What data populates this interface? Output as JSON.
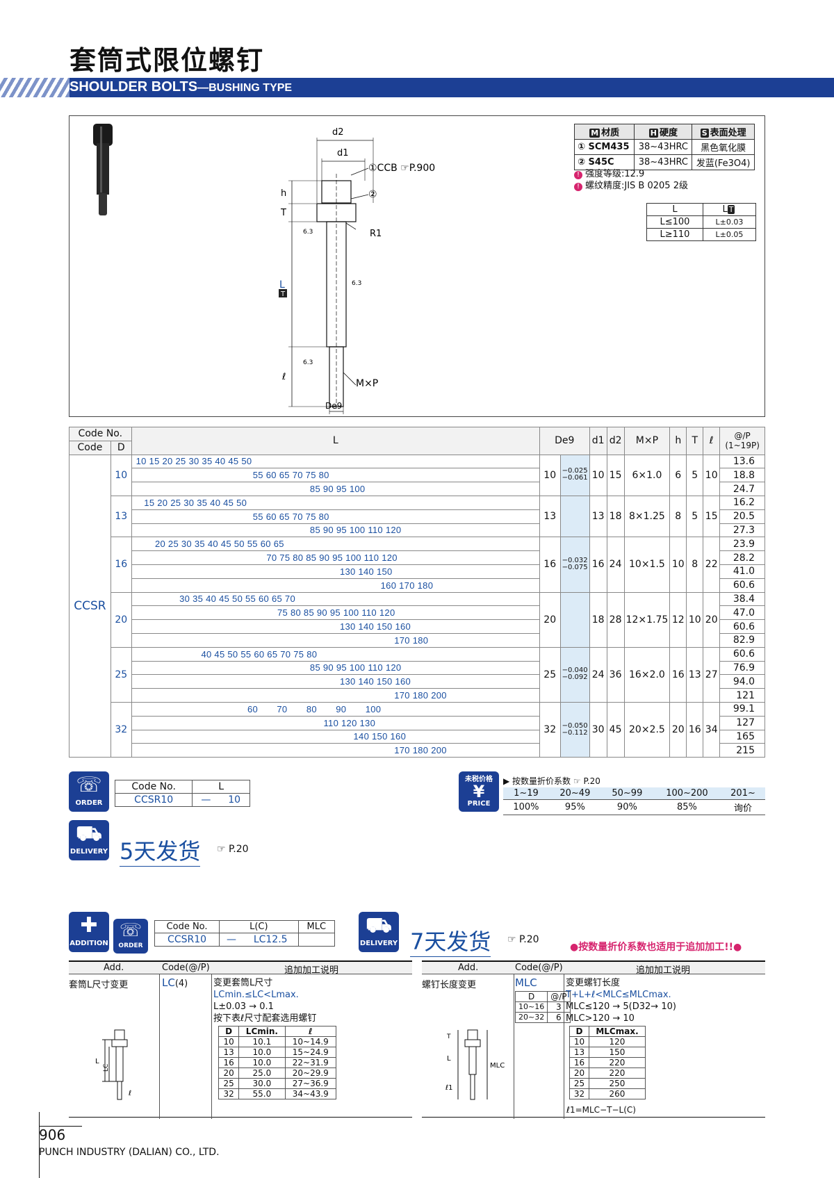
{
  "title": "套筒式限位螺钉",
  "band_main": "SHOULDER BOLTS",
  "band_sub": "—BUSHING TYPE",
  "diagram": {
    "d2": "d2",
    "d1": "d1",
    "ccb": "①CCB ☞P.900",
    "n2": "②",
    "h": "h",
    "T": "T",
    "r1": "R1",
    "L": "L",
    "LT": "T",
    "l": "ℓ",
    "mxp": "M×P",
    "de9": "De9",
    "rough": "6.3"
  },
  "material": {
    "headers": [
      "材质",
      "硬度",
      "表面处理"
    ],
    "header_icons": [
      "M",
      "H",
      "S"
    ],
    "rows": [
      [
        "① SCM435",
        "38~43HRC",
        "黑色氧化膜"
      ],
      [
        "② S45C",
        "38~43HRC",
        "发蓝(Fe3O4)"
      ]
    ]
  },
  "notes": [
    "强度等级:12.9",
    "螺纹精度:JIS B 0205 2级"
  ],
  "ltol": {
    "headers": [
      "L",
      "L"
    ],
    "header_icon": "T",
    "rows": [
      [
        "L≤100",
        "L±0.03"
      ],
      [
        "L≥110",
        "L±0.05"
      ]
    ]
  },
  "main": {
    "hdr": {
      "code_no": "Code No.",
      "code": "Code",
      "d": "D",
      "L": "L",
      "de9": "De9",
      "d1": "d1",
      "d2": "d2",
      "mxp": "M×P",
      "h": "h",
      "T": "T",
      "l": "ℓ",
      "price": "@/P",
      "price_sub": "(1~19P)"
    },
    "code": "CCSR",
    "groups": [
      {
        "D": "10",
        "de": "10",
        "tol": [
          "−0.025",
          "−0.061"
        ],
        "d1": "10",
        "d2": "15",
        "mxp": "6×1.0",
        "h": "6",
        "T": "5",
        "l": "10",
        "lines": [
          " 10 15 20 25 30 35 40 45 50",
          "                                            55 60 65 70 75 80",
          "                                                                 85 90 95 100"
        ],
        "prices": [
          "13.6",
          "18.8",
          "24.7"
        ]
      },
      {
        "D": "13",
        "de": "13",
        "tol": [
          "",
          ""
        ],
        "d1": "13",
        "d2": "18",
        "mxp": "8×1.25",
        "h": "8",
        "T": "5",
        "l": "15",
        "lines": [
          "    15 20 25 30 35 40 45 50",
          "                                            55 60 65 70 75 80",
          "                                                                 85 90 95 100 110 120"
        ],
        "prices": [
          "16.2",
          "20.5",
          "27.3"
        ]
      },
      {
        "D": "16",
        "de": "16",
        "tol": [
          "−0.032",
          "−0.075"
        ],
        "d1": "16",
        "d2": "24",
        "mxp": "10×1.5",
        "h": "10",
        "T": "8",
        "l": "22",
        "lines": [
          "        20 25 30 35 40 45 50 55 60 65",
          "                                                 70 75 80 85 90 95 100 110 120",
          "                                                                            130 140 150",
          "                                                                                           160 170 180"
        ],
        "prices": [
          "23.9",
          "28.2",
          "41.0",
          "60.6"
        ]
      },
      {
        "D": "20",
        "de": "20",
        "tol": [
          "",
          ""
        ],
        "d1": "18",
        "d2": "28",
        "mxp": "12×1.75",
        "h": "12",
        "T": "10",
        "l": "20",
        "lines": [
          "                 30 35 40 45 50 55 60 65 70",
          "                                                     75 80 85 90 95 100 110 120",
          "                                                                            130 140 150 160",
          "                                                                                                170 180"
        ],
        "prices": [
          "38.4",
          "47.0",
          "60.6",
          "82.9"
        ]
      },
      {
        "D": "25",
        "de": "25",
        "tol": [
          "−0.040",
          "−0.092"
        ],
        "d1": "24",
        "d2": "36",
        "mxp": "16×2.0",
        "h": "16",
        "T": "13",
        "l": "27",
        "lines": [
          "                         40 45 50 55 60 65 70 75 80",
          "                                                                 85 90 95 100 110 120",
          "                                                                            130 140 150 160",
          "                                                                                                170 180 200"
        ],
        "prices": [
          "60.6",
          "76.9",
          "94.0",
          "121"
        ]
      },
      {
        "D": "32",
        "de": "32",
        "tol": [
          "−0.050",
          "−0.112"
        ],
        "d1": "30",
        "d2": "45",
        "mxp": "20×2.5",
        "h": "20",
        "T": "16",
        "l": "34",
        "lines": [
          "                                          60       70       80       90       100",
          "                                                                      110 120 130",
          "                                                                                 140 150 160",
          "                                                                                                170 180 200"
        ],
        "prices": [
          "99.1",
          "127",
          "165",
          "215"
        ]
      }
    ]
  },
  "order": {
    "icon": "ORDER",
    "h1": "Code No.",
    "h2": "L",
    "v1": "CCSR10",
    "dash": "—",
    "v2": "10"
  },
  "price": {
    "icon_top": "未税价格",
    "icon": "PRICE",
    "title": "▶ 按数量折价系数",
    "ref": "☞ P.20",
    "heads": [
      "1~19",
      "20~49",
      "50~99",
      "100~200",
      "201~"
    ],
    "vals": [
      "100%",
      "95%",
      "90%",
      "85%",
      "询价"
    ]
  },
  "delivery1": {
    "icon": "DELIVERY",
    "days": "5天发货",
    "ref": "☞ P.20"
  },
  "add_order": {
    "icon1": "ADDITION",
    "icon2": "ORDER",
    "h1": "Code No.",
    "h2": "L(C)",
    "h3": "MLC",
    "v1": "CCSR10",
    "dash": "—",
    "v2": "LC12.5"
  },
  "delivery2": {
    "icon": "DELIVERY",
    "days": "7天发货",
    "ref": "☞ P.20",
    "note": "●按数量折价系数也适用于追加加工!!●"
  },
  "add_left": {
    "h1": "Add.",
    "h2": "Code(@/P)",
    "h3": "追加加工说明",
    "name": "套筒L尺寸变更",
    "code": "LC",
    "price": "(4)",
    "desc": [
      "变更套筒L尺寸",
      "LCmin.≤LC<Lmax.",
      "L±0.03 → 0.1",
      "按下表ℓ尺寸配套选用螺钉"
    ],
    "sub_h": [
      "D",
      "LCmin.",
      "ℓ"
    ],
    "sub": [
      [
        "10",
        "10.1",
        "10~14.9"
      ],
      [
        "13",
        "10.0",
        "15~24.9"
      ],
      [
        "16",
        "10.0",
        "22~31.9"
      ],
      [
        "20",
        "25.0",
        "20~29.9"
      ],
      [
        "25",
        "30.0",
        "27~36.9"
      ],
      [
        "32",
        "55.0",
        "34~43.9"
      ]
    ],
    "lbl_L": "L",
    "lbl_LC": "LC",
    "lbl_l": "ℓ"
  },
  "add_right": {
    "h1": "Add.",
    "h2": "Code(@/P)",
    "h3": "追加加工说明",
    "name": "螺钉长度变更",
    "code": "MLC",
    "dp_h": [
      "D",
      "@/P"
    ],
    "dp": [
      [
        "10~16",
        "3"
      ],
      [
        "20~32",
        "6"
      ]
    ],
    "desc": [
      "变更螺钉长度",
      "T+L+ℓ<MLC≤MLCmax.",
      "MLC≤120 → 5(D32→ 10)",
      "MLC>120 → 10"
    ],
    "sub_h": [
      "D",
      "MLCmax."
    ],
    "sub": [
      [
        "10",
        "120"
      ],
      [
        "13",
        "150"
      ],
      [
        "16",
        "220"
      ],
      [
        "20",
        "220"
      ],
      [
        "25",
        "250"
      ],
      [
        "32",
        "260"
      ]
    ],
    "formula": "ℓ1=MLC−T−L(C)",
    "lbl_T": "T",
    "lbl_L": "L",
    "lbl_l1": "ℓ1",
    "lbl_MLC": "MLC"
  },
  "page_no": "906",
  "company": "PUNCH INDUSTRY (DALIAN) CO., LTD."
}
